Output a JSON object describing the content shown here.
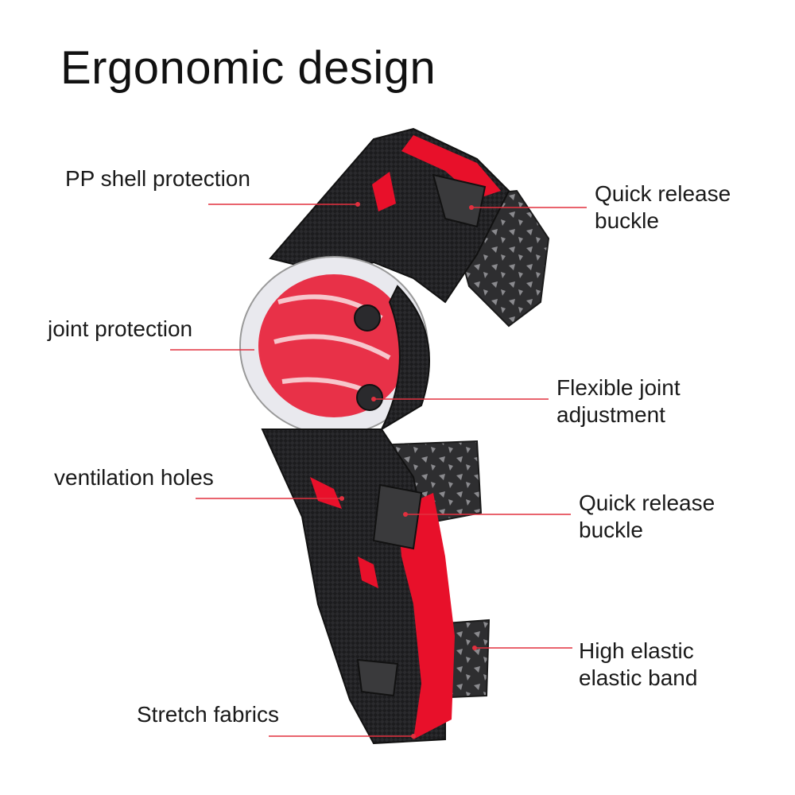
{
  "title": "Ergonomic design",
  "colors": {
    "accent_line": "#e2303f",
    "shell_dark": "#1c1c1e",
    "shell_red": "#e8102a",
    "strap_gray": "#3a3a3c",
    "clear_cap": "#e9e9ee"
  },
  "callouts": {
    "pp_shell": "PP shell protection",
    "joint": "joint protection",
    "ventilation": "ventilation holes",
    "stretch": "Stretch fabrics",
    "buckle_top_1": "Quick release",
    "buckle_top_2": "buckle",
    "flex_1": "Flexible joint",
    "flex_2": "adjustment",
    "buckle_mid_1": "Quick release",
    "buckle_mid_2": "buckle",
    "band_1": "High elastic",
    "band_2": "elastic band"
  },
  "icons": {
    "product": "knee-guard-illustration"
  }
}
